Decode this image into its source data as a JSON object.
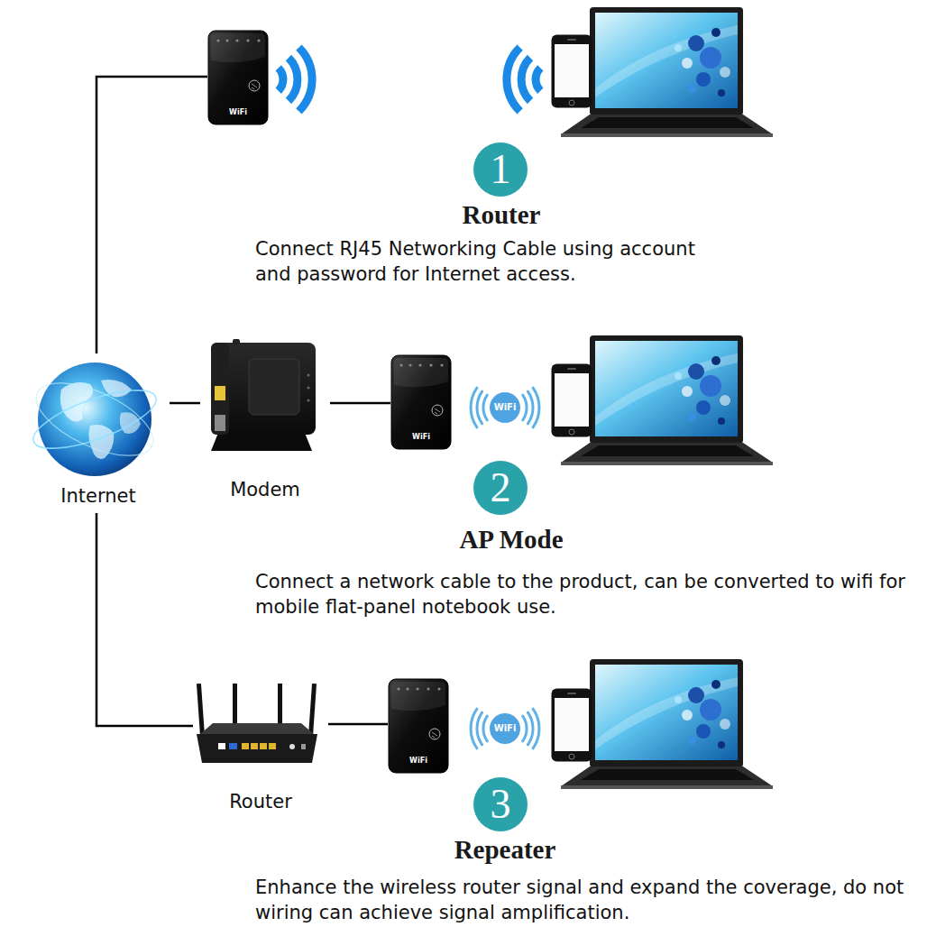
{
  "diagram": {
    "nodes": [
      {
        "text": [
          "WiFi"
        ]
      },
      {
        "text": [
          "1"
        ]
      },
      {
        "text": [
          "Internet"
        ]
      },
      {
        "text": [
          "Modem"
        ]
      },
      {
        "text": [
          "WiFi"
        ]
      },
      {
        "text": [
          "2"
        ]
      },
      {
        "text": [
          "Router"
        ]
      },
      {
        "text": [
          "WiFi"
        ]
      },
      {
        "text": [
          "3"
        ]
      }
    ],
    "edges": [
      {
        "from": 2,
        "to": 0,
        "arrow": "none"
      },
      {
        "from": 2,
        "to": 3,
        "arrow": "none"
      },
      {
        "from": 3,
        "to": 4,
        "arrow": "none"
      },
      {
        "from": 2,
        "to": 6,
        "arrow": "none"
      },
      {
        "from": 6,
        "to": 7,
        "arrow": "none"
      }
    ],
    "labels": [
      "Router",
      "Connect RJ45 Networking Cable using account and password for Internet access.",
      "WiFi",
      "AP Mode",
      "Connect a network cable to the product, can be converted to wifi for mobile flat-panel notebook use.",
      "WiFi",
      "Repeater",
      "Enhance the wireless router signal and expand the coverage, do not wiring can achieve signal amplification."
    ]
  }
}
